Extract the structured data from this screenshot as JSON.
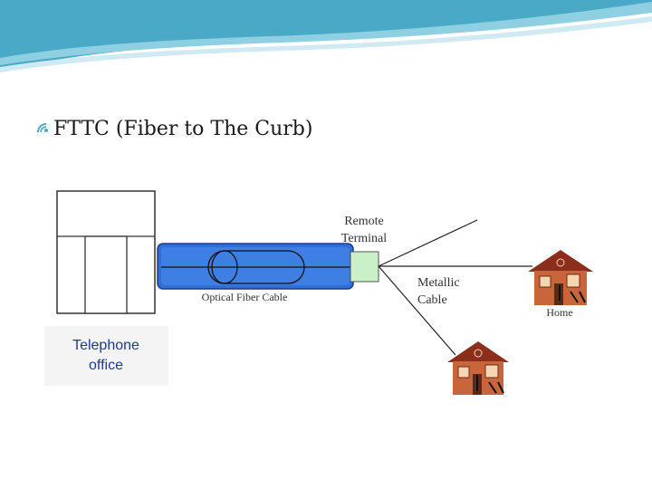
{
  "slide": {
    "bullet_icon": "satellite-dish-icon",
    "heading": "FTTC (Fiber to The Curb)",
    "accent_color": "#4aa9c6"
  },
  "diagram": {
    "remote_terminal_line1": "Remote",
    "remote_terminal_line2": "Terminal",
    "metallic_cable_line1": "Metallic",
    "metallic_cable_line2": "Cable",
    "optical_fiber_cable": "Optical  Fiber Cable",
    "telephone_office_line1": "Telephone",
    "telephone_office_line2": "office",
    "home": "Home",
    "colors": {
      "fiber_cable": "#2f6fd6",
      "remote_terminal": "#c9f0c9",
      "house_wall": "#c8653a",
      "house_roof": "#8b2e1c",
      "office_label": "#1b3b8f"
    }
  }
}
